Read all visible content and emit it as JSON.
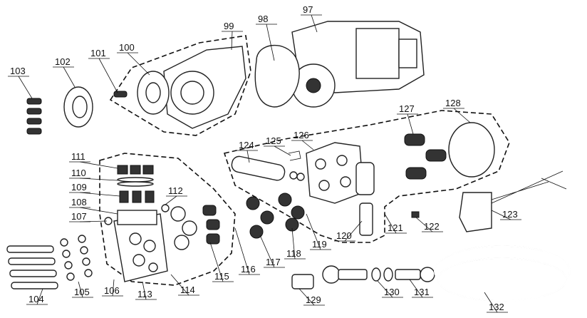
{
  "diagram": {
    "type": "exploded-parts-diagram",
    "part_numbers": [
      "97",
      "98",
      "99",
      "100",
      "101",
      "102",
      "103",
      "104",
      "105",
      "106",
      "107",
      "108",
      "109",
      "110",
      "111",
      "112",
      "113",
      "114",
      "115",
      "116",
      "117",
      "118",
      "119",
      "120",
      "121",
      "122",
      "123",
      "124",
      "125",
      "126",
      "127",
      "128",
      "129",
      "130",
      "131",
      "132"
    ]
  }
}
